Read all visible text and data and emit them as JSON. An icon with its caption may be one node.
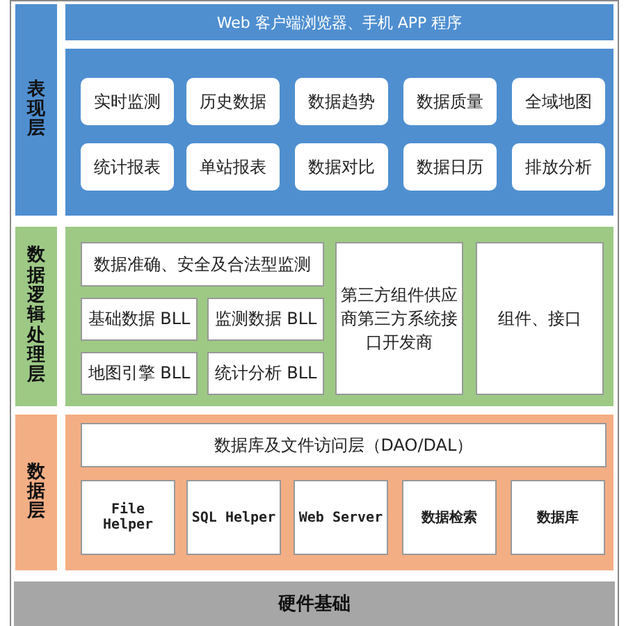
{
  "diagram": {
    "nodes": [
      {
        "text": [
          "表现层"
        ]
      },
      {
        "text": [
          "Web 客户端浏览器、手机 APP 程序"
        ]
      },
      {
        "text": [],
        "shape": "box"
      },
      {
        "text": [
          "实时监测"
        ],
        "in": 2
      },
      {
        "text": [
          "历史数据"
        ],
        "in": 2
      },
      {
        "text": [
          "数据趋势"
        ],
        "in": 2
      },
      {
        "text": [
          "数据质量"
        ],
        "in": 2
      },
      {
        "text": [
          "全域地图"
        ],
        "in": 2
      },
      {
        "text": [
          "统计报表"
        ],
        "in": 2
      },
      {
        "text": [
          "单站报表"
        ],
        "in": 2
      },
      {
        "text": [
          "数据对比"
        ],
        "in": 2
      },
      {
        "text": [
          "数据日历"
        ],
        "in": 2
      },
      {
        "text": [
          "排放分析"
        ],
        "in": 2
      },
      {
        "text": [
          "数据逻辑处理层"
        ]
      },
      {
        "text": [],
        "shape": "box"
      },
      {
        "text": [
          "数据准确、安全及合法型监测"
        ],
        "in": 14
      },
      {
        "text": [
          "基础数据 BLL"
        ],
        "in": 14
      },
      {
        "text": [
          "监测数据 BLL"
        ],
        "in": 14
      },
      {
        "text": [
          "地图引擎 BLL"
        ],
        "in": 14
      },
      {
        "text": [
          "统计分析 BLL"
        ],
        "in": 14
      },
      {
        "text": [
          "第三方组件供应商第三方系统接口开发商"
        ],
        "in": 14
      },
      {
        "text": [
          "组件、接口"
        ],
        "in": 14
      },
      {
        "text": [
          "数据层"
        ]
      },
      {
        "text": [],
        "shape": "box"
      },
      {
        "text": [
          "数据库及文件访问层（DAO/DAL）"
        ],
        "in": 23
      },
      {
        "text": [
          "File Helper"
        ],
        "in": 23
      },
      {
        "text": [
          "SQL Helper"
        ],
        "in": 23
      },
      {
        "text": [
          "Web Server"
        ],
        "in": 23
      },
      {
        "text": [
          "数据检索"
        ],
        "in": 23
      },
      {
        "text": [
          "数据库"
        ],
        "in": 23
      },
      {
        "text": [
          "硬件基础"
        ]
      }
    ]
  }
}
